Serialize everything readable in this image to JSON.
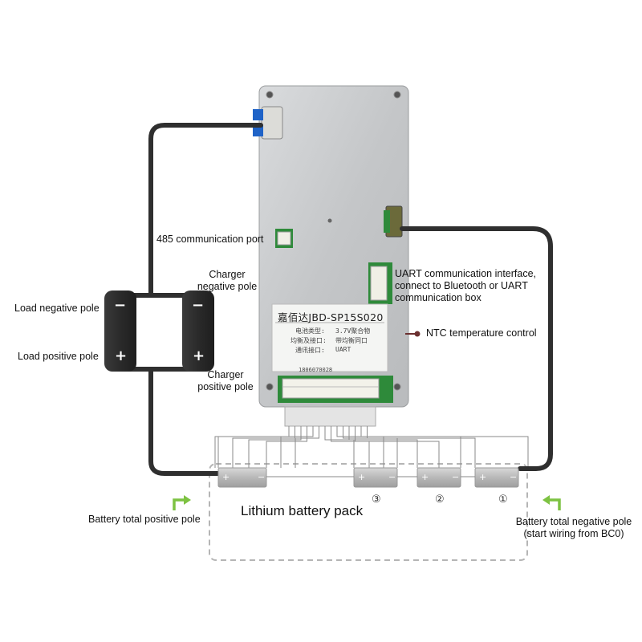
{
  "labels": {
    "comm_485": "485 communication port",
    "charger_negative_1": "Charger",
    "charger_negative_2": "negative pole",
    "charger_positive_1": "Charger",
    "charger_positive_2": "positive pole",
    "load_negative": "Load negative pole",
    "load_positive": "Load positive pole",
    "uart_1": "UART communication interface,",
    "uart_2": "connect to Bluetooth or UART",
    "uart_3": "communication box",
    "ntc": "NTC temperature control",
    "battery_pack": "Lithium battery pack",
    "total_positive": "Battery total positive pole",
    "total_negative_1": "Battery total negative pole",
    "total_negative_2": "(start wiring from BC0)"
  },
  "board": {
    "brand_line": "嘉佰达JBD-SP15S020",
    "spec_row1_label": "电池类型:",
    "spec_row1_value": "3.7V聚合物",
    "spec_row2_label": "均衡及接口:",
    "spec_row2_value": "带均衡同口",
    "spec_row3_label": "通讯接口:",
    "spec_row3_value": "UART",
    "serial": "1806070028"
  },
  "cell_numbers": [
    "①",
    "②",
    "③"
  ],
  "terminal_marks": {
    "plus": "+",
    "minus": "−"
  },
  "colors": {
    "wire": "#2f2f2f",
    "board": "#c9cbcd",
    "pcb_green": "#2e8a3a",
    "arrow_green": "#7dc242",
    "connector_blue": "#1f63c7",
    "cell": "#bfbfbf",
    "dashed": "#b5b5b5"
  }
}
